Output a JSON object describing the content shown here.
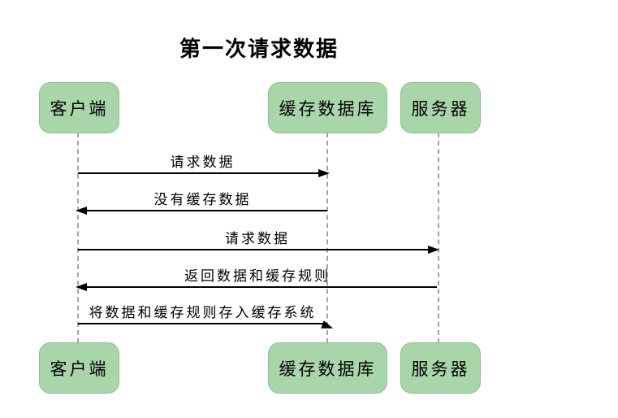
{
  "title": "第一次请求数据",
  "actors": [
    {
      "id": "client",
      "label": "客户端"
    },
    {
      "id": "cache",
      "label": "缓存数据库"
    },
    {
      "id": "server",
      "label": "服务器"
    }
  ],
  "messages": [
    {
      "label": "请求数据",
      "from": "client",
      "to": "cache",
      "direction": "right"
    },
    {
      "label": "没有缓存数据",
      "from": "cache",
      "to": "client",
      "direction": "left"
    },
    {
      "label": "请求数据",
      "from": "client",
      "to": "server",
      "direction": "right"
    },
    {
      "label": "返回数据和缓存规则",
      "from": "server",
      "to": "client",
      "direction": "left"
    },
    {
      "label": "将数据和缓存规则存入缓存系统",
      "from": "client",
      "to": "cache",
      "direction": "right"
    }
  ],
  "colors": {
    "actor_fill": "#a9d6a9",
    "actor_border": "#8cbf90",
    "lifeline": "#a3a3a3",
    "arrow": "#000000",
    "text": "#000000",
    "background": "#ffffff"
  }
}
